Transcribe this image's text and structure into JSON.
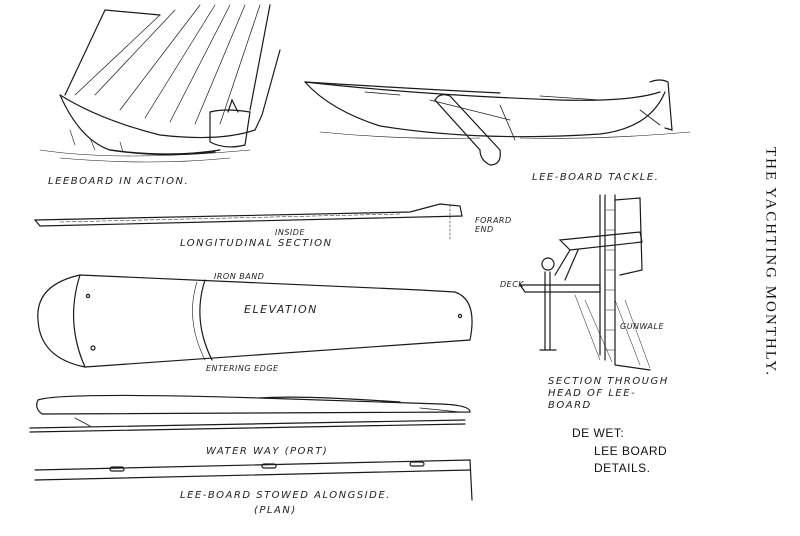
{
  "masthead": "THE YACHTING MONTHLY.",
  "captions": {
    "leeboard_in_action": "LEEBOARD IN ACTION.",
    "leeboard_tackle": "LEE-BOARD TACKLE.",
    "longitudinal_section": "LONGITUDINAL SECTION",
    "inside": "INSIDE",
    "forard_end": "FORARD END",
    "iron_band": "IRON BAND",
    "elevation": "ELEVATION",
    "entering_edge": "ENTERING EDGE",
    "deck": "DECK",
    "gunwale": "GUNWALE",
    "section_through_head": "SECTION THROUGH HEAD OF LEE-BOARD",
    "water_way": "WATER WAY (PORT)",
    "stowed_alongside": "LEE-BOARD STOWED ALONGSIDE.",
    "plan": "(PLAN)"
  },
  "legend": {
    "line1": "DE WET:",
    "line2": "LEE BOARD",
    "line3": "DETAILS."
  }
}
